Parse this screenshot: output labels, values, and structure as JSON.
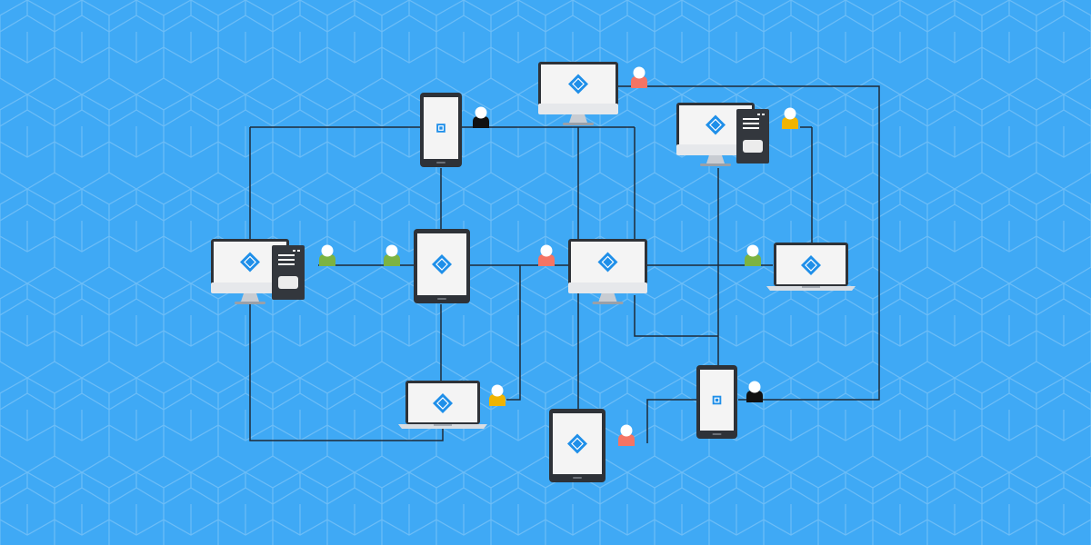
{
  "colors": {
    "background": "#3fa9f5",
    "hex_pattern": "#6cbdf7",
    "wire": "#1e2a38",
    "device_frame": "#2e3238",
    "screen": "#f4f4f4",
    "monitor_stand": "#c8ccd2",
    "diamond": "#1f8fe9",
    "person_red": "#f47464",
    "person_green": "#7cb342",
    "person_yellow": "#f0b400",
    "person_black": "#111111",
    "person_head": "#ffffff"
  },
  "devices": [
    {
      "id": "monitor-top",
      "type": "monitor",
      "icon": "diamond-icon"
    },
    {
      "id": "tablet-upper",
      "type": "tablet",
      "icon": "square-icon"
    },
    {
      "id": "monitor-server-right",
      "type": "monitor-server",
      "icon": "diamond-icon"
    },
    {
      "id": "monitor-server-left",
      "type": "monitor-server",
      "icon": "diamond-icon"
    },
    {
      "id": "tablet-center",
      "type": "tablet",
      "icon": "diamond-icon"
    },
    {
      "id": "monitor-center",
      "type": "monitor",
      "icon": "diamond-icon"
    },
    {
      "id": "laptop-right",
      "type": "laptop",
      "icon": "diamond-icon"
    },
    {
      "id": "laptop-bottom",
      "type": "laptop",
      "icon": "diamond-icon"
    },
    {
      "id": "phone-lower",
      "type": "phone",
      "icon": "square-icon"
    },
    {
      "id": "tablet-bottom",
      "type": "tablet",
      "icon": "diamond-icon"
    }
  ],
  "users": [
    {
      "id": "user-top",
      "color": "person_red"
    },
    {
      "id": "user-tablet-upper",
      "color": "person_black"
    },
    {
      "id": "user-server-right",
      "color": "person_yellow"
    },
    {
      "id": "user-left-a",
      "color": "person_green"
    },
    {
      "id": "user-left-b",
      "color": "person_green"
    },
    {
      "id": "user-center",
      "color": "person_red"
    },
    {
      "id": "user-right",
      "color": "person_green"
    },
    {
      "id": "user-laptop-bottom",
      "color": "person_yellow"
    },
    {
      "id": "user-phone-lower",
      "color": "person_black"
    },
    {
      "id": "user-tablet-bottom",
      "color": "person_red"
    }
  ]
}
